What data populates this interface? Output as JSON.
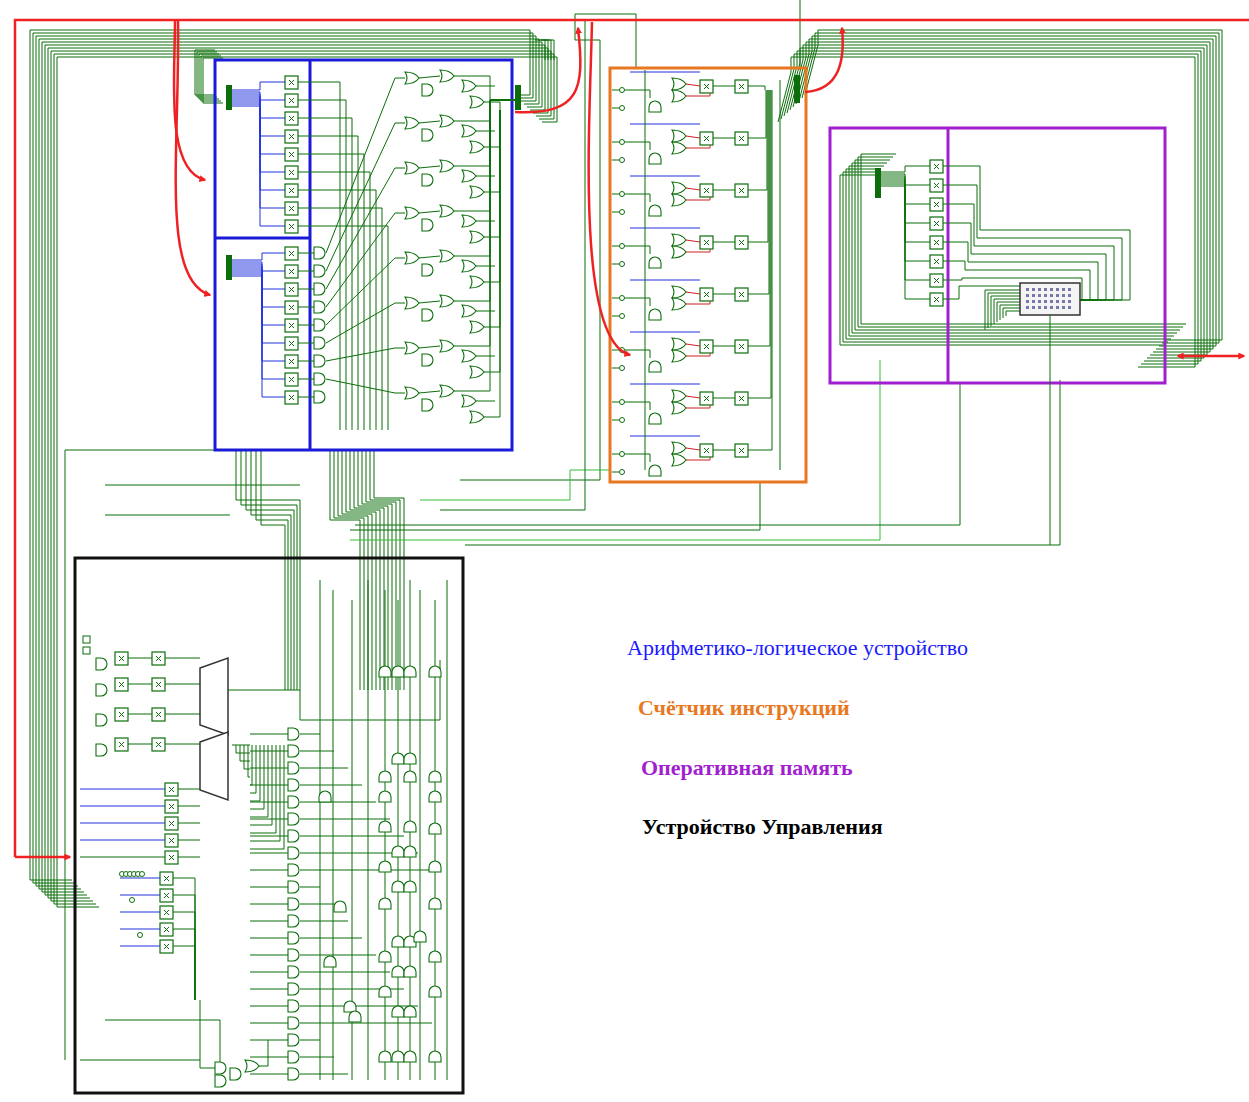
{
  "diagram": {
    "labels": [
      "Арифметико-логическое устройство",
      "Счётчик инструкций",
      "Оперативная память",
      "Устройство Управления"
    ]
  }
}
